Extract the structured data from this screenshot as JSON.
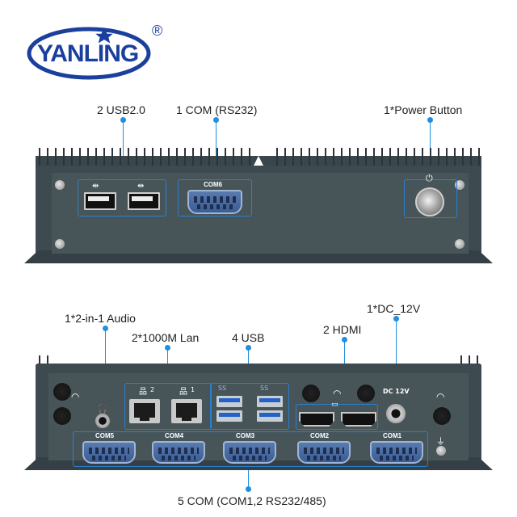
{
  "brand": {
    "logo_text": "YANLING",
    "registered": "®",
    "color_primary": "#1a3f9c",
    "color_accent": "#2f8fe0"
  },
  "top_view": {
    "callouts": {
      "usb": "2 USB2.0",
      "com": "1 COM (RS232)",
      "power": "1*Power Button"
    },
    "ports": {
      "com_label": "COM6",
      "usb_icon": "usb-icon",
      "power_icon": "power-icon"
    }
  },
  "bottom_view": {
    "callouts": {
      "audio": "1*2-in-1 Audio",
      "lan": "2*1000M Lan",
      "usb": "4 USB",
      "hdmi": "2 HDMI",
      "dc": "1*DC_12V",
      "com": "5 COM (COM1,2 RS232/485)"
    },
    "ports": {
      "lan_1": "1",
      "lan_2": "2",
      "usb3_symbol": "SS",
      "dc_label": "DC 12V",
      "com_labels": [
        "COM5",
        "COM4",
        "COM3",
        "COM2",
        "COM1"
      ]
    }
  },
  "colors": {
    "chassis": "#3d4a50",
    "callout_line": "#1f8fe0",
    "com_port": "#4a6ba4",
    "usb3_blue": "#2360c9"
  }
}
